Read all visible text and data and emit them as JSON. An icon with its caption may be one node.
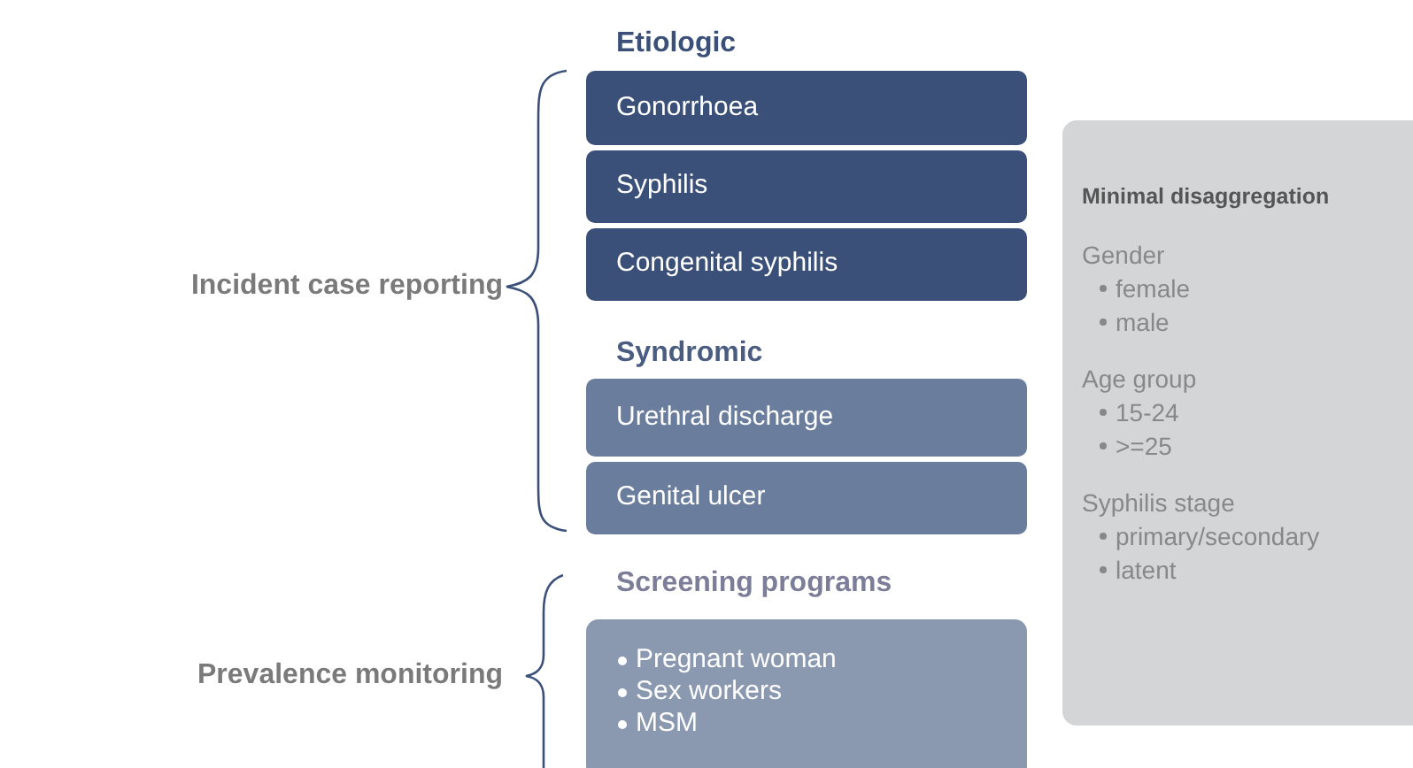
{
  "diagram": {
    "nodes": [
      {
        "text": [
          "Gonorrhoea"
        ]
      },
      {
        "text": [
          "Syphilis"
        ]
      },
      {
        "text": [
          "Congenital syphilis"
        ]
      },
      {
        "text": [
          "Urethral discharge"
        ]
      },
      {
        "text": [
          "Genital ulcer"
        ]
      },
      {
        "text": [
          "Screening programs",
          "Pregnant woman",
          "Sex workers",
          "MSM"
        ]
      },
      {
        "text": [
          "Minimal disaggregation",
          "Gender",
          "female",
          "male",
          "Age group",
          "15-24",
          ">=25",
          "Syphilis stage",
          "primary/secondary",
          "latent"
        ]
      }
    ],
    "labels": [
      "Incident case reporting",
      "Etiologic",
      "Syndromic",
      "Prevalence monitoring"
    ]
  }
}
